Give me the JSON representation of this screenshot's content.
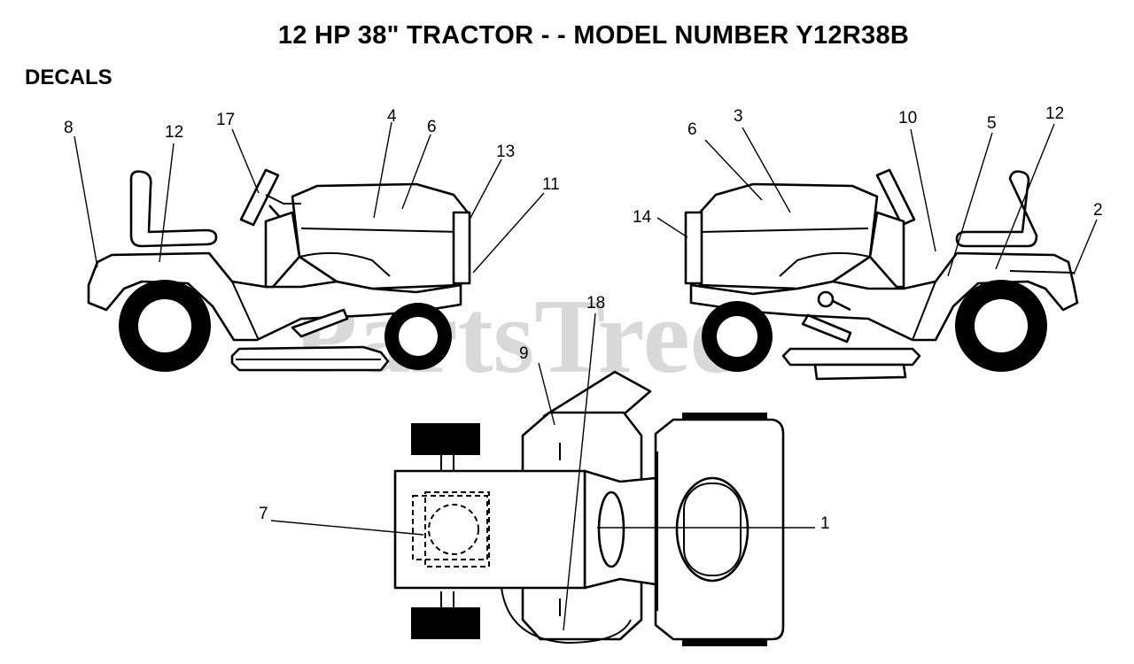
{
  "header": {
    "title": "12 HP 38\" TRACTOR - - MODEL NUMBER Y12R38B",
    "section": "DECALS"
  },
  "watermark": "PartsTree",
  "callouts": {
    "c1": "1",
    "c2": "2",
    "c3": "3",
    "c4": "4",
    "c5": "5",
    "c6": "6",
    "c7": "7",
    "c8": "8",
    "c9": "9",
    "c10": "10",
    "c11": "11",
    "c12": "12",
    "c13": "13",
    "c14": "14",
    "c17": "17",
    "c18": "18"
  }
}
